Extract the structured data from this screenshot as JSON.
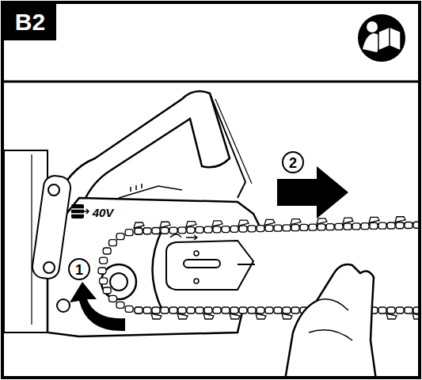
{
  "diagram": {
    "labels": [
      "B2",
      "40V",
      "1",
      "2"
    ]
  }
}
